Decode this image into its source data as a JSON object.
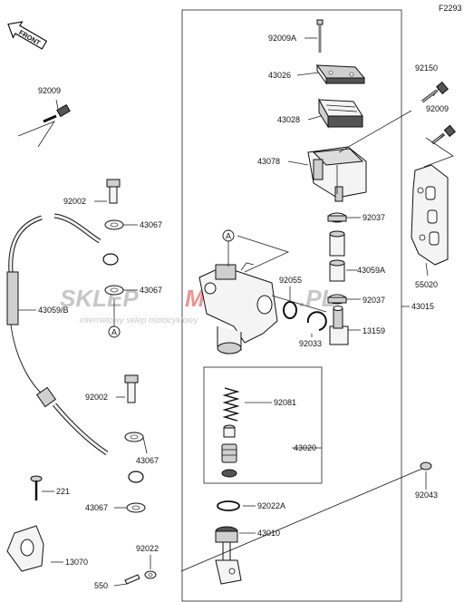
{
  "figure_code": "F2293",
  "front_label": "FRONT",
  "watermark": {
    "brand_a": "SKLEP",
    "brand_b": "MOTOR",
    "brand_c": ".PL",
    "tagline": "internetowy sklep motocyklowy"
  },
  "callouts": {
    "A": "A",
    "p92009a": "92009A",
    "p43026": "43026",
    "p43028": "43028",
    "p43078": "43078",
    "p92150": "92150",
    "p92009_right": "92009",
    "p92009_left": "92009",
    "p92037_top": "92037",
    "p43059a": "43059A",
    "p92037_bottom": "92037",
    "p55020": "55020",
    "p92055": "92055",
    "p43015": "43015",
    "p13159": "13159",
    "p92033": "92033",
    "p92002_top": "92002",
    "p43067_a": "43067",
    "p43067_b": "43067",
    "p43059b": "43059/B",
    "p92002_bottom": "92002",
    "p43067_c": "43067",
    "p92081": "92081",
    "p43020": "43020",
    "p221": "221",
    "p43067_d": "43067",
    "p92043": "92043",
    "p92022a": "92022A",
    "p43010": "43010",
    "p92022": "92022",
    "p13070": "13070",
    "p550": "550"
  },
  "colors": {
    "line": "#222222",
    "watermark_red": "#e23a3a",
    "watermark_grey": "#9a9a9a"
  }
}
